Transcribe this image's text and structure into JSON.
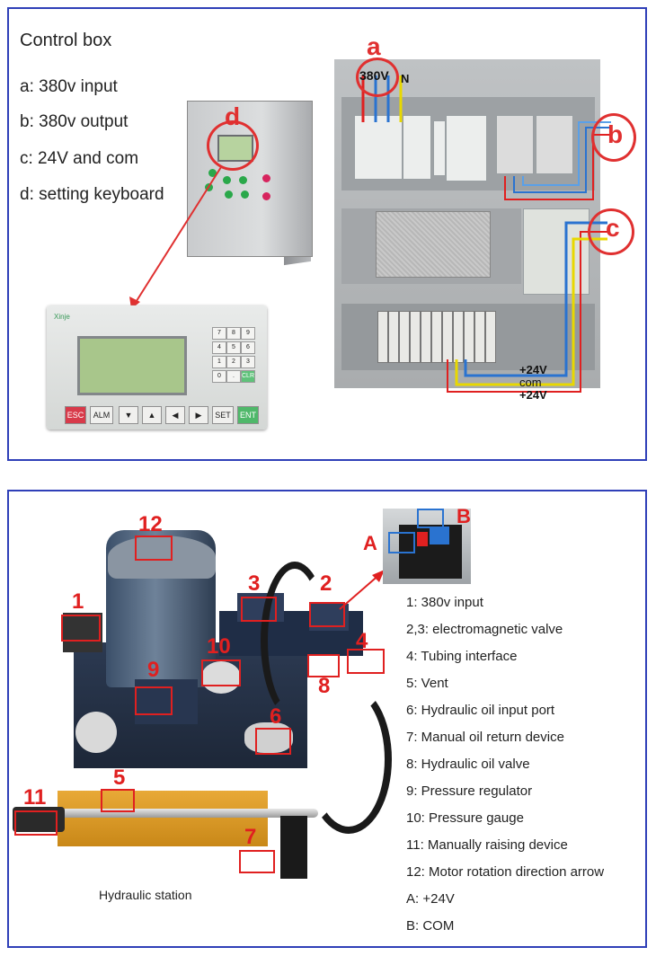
{
  "control_box": {
    "title": "Control box",
    "items": [
      "a: 380v input",
      "b: 380v output",
      "c: 24V and com",
      "d: setting keyboard"
    ],
    "markers": {
      "a": "a",
      "b": "b",
      "c": "c",
      "d": "d"
    },
    "cabinet_labels": {
      "v380": "380V",
      "n": "N",
      "plus24_1": "+24V",
      "com": "com",
      "plus24_2": "+24V"
    },
    "keypad": {
      "brand": "Xinje",
      "keys": [
        "ESC",
        "ALM",
        "▼",
        "▲",
        "◀",
        "▶",
        "SET",
        "ENT"
      ],
      "numkeys": [
        "7",
        "8",
        "9",
        "4",
        "5",
        "6",
        "1",
        "2",
        "3",
        "0",
        ".",
        "CLR"
      ]
    }
  },
  "hydraulic_station": {
    "caption": "Hydraulic station",
    "numbers": [
      "1",
      "2",
      "3",
      "4",
      "5",
      "6",
      "7",
      "8",
      "9",
      "10",
      "11",
      "12"
    ],
    "inset_labels": {
      "A": "A",
      "B": "B"
    },
    "items": [
      "1: 380v input",
      "2,3: electromagnetic valve",
      "4: Tubing interface",
      "5: Vent",
      "6: Hydraulic oil input port",
      "7: Manual oil return device",
      "8: Hydraulic oil valve",
      "9: Pressure regulator",
      "10: Pressure gauge",
      "11: Manually raising device",
      "12: Motor rotation direction arrow",
      "A: +24V",
      "B: COM"
    ]
  },
  "colors": {
    "frame": "#2f3fb8",
    "marker_red": "#e02020",
    "wire_blue": "#2a73d0",
    "wire_yellow": "#e8d800"
  }
}
